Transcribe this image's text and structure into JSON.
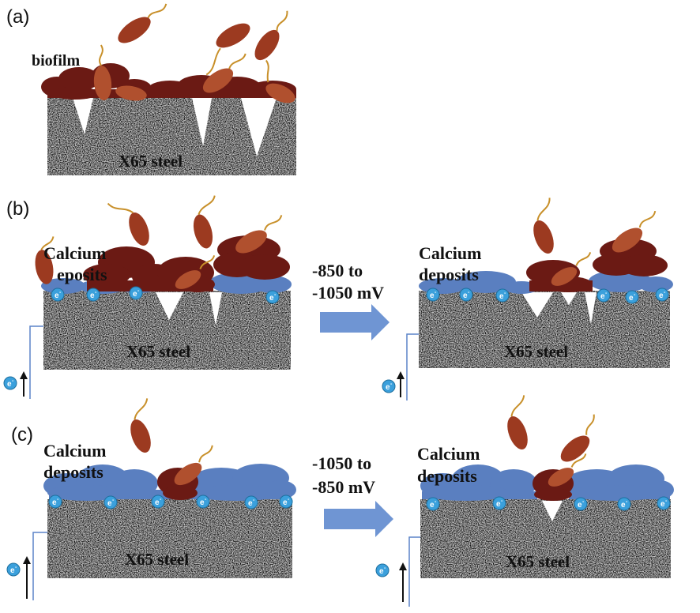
{
  "panels": {
    "a": {
      "label": "(a)",
      "biofilm_label": "biofilm",
      "steel_label": "X65 steel"
    },
    "b": {
      "label": "(b)",
      "left": {
        "deposits_label_line1": "Calcium",
        "deposits_label_line2": "eposits",
        "steel_label": "X65 steel"
      },
      "arrow": {
        "line1": "-850 to",
        "line2": "-1050 mV"
      },
      "right": {
        "deposits_label_line1": "Calcium",
        "deposits_label_line2": "deposits",
        "steel_label": "X65 steel"
      }
    },
    "c": {
      "label": "(c)",
      "left": {
        "deposits_label_line1": "Calcium",
        "deposits_label_line2": "deposits",
        "steel_label": "X65 steel"
      },
      "arrow": {
        "line1": "-1050 to",
        "line2": "-850 mV"
      },
      "right": {
        "deposits_label_line1": "Calcium",
        "deposits_label_line2": "deposits",
        "steel_label": "X65 steel"
      }
    }
  },
  "electron_symbol": "e",
  "electron_charge": "-",
  "colors": {
    "biofilm": "#6b1a14",
    "bacterium": "#9c3a20",
    "flagellum": "#c8902a",
    "deposit": "#5a7fc0",
    "electron": "#3ba0dc",
    "arrow": "#6f95d3",
    "wire": "#5b84c8"
  }
}
